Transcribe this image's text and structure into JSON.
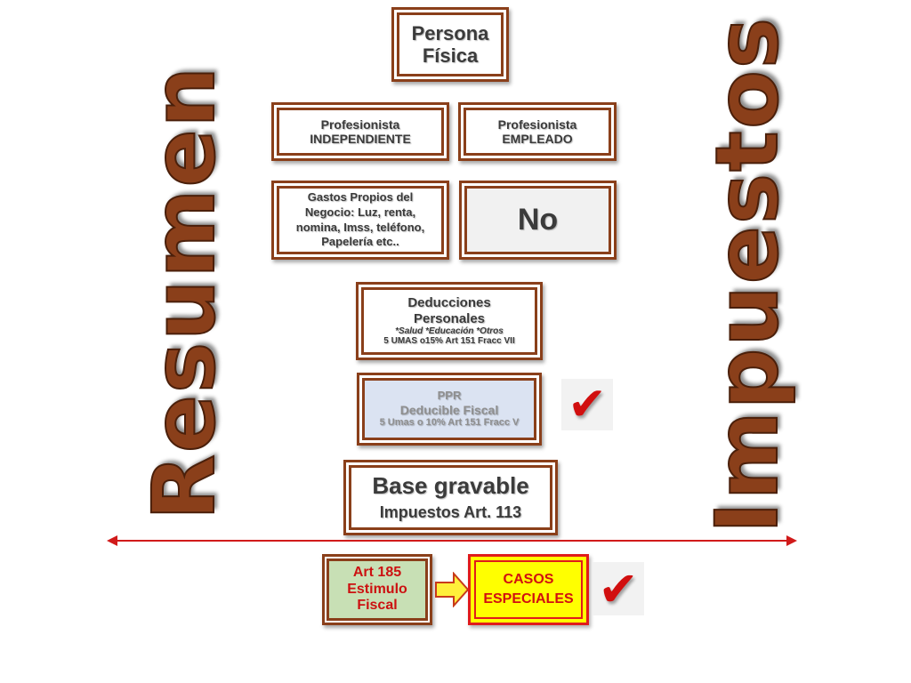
{
  "diagram": {
    "side_left": "Resumen",
    "side_right": "Impuestos",
    "persona": {
      "line1": "Persona",
      "line2": "Física"
    },
    "independiente": {
      "line1": "Profesionista",
      "line2": "INDEPENDIENTE"
    },
    "empleado": {
      "line1": "Profesionista",
      "line2": "EMPLEADO"
    },
    "gastos": {
      "line1": "Gastos  Propios del",
      "line2": "Negocio: Luz, renta,",
      "line3": "nomina, Imss, teléfono,",
      "line4": "Papelería etc.."
    },
    "no": {
      "text": "No"
    },
    "deducciones": {
      "line1": "Deducciones",
      "line2": "Personales",
      "line3": "*Salud *Educación *Otros",
      "line4": "5 UMAS o15% Art 151 Fracc VII"
    },
    "ppr": {
      "line1": "PPR",
      "line2": "Deducible Fiscal",
      "line3": "5 Umas o 10% Art 151 Fracc V"
    },
    "base": {
      "line1": "Base gravable",
      "line2": "Impuestos Art. 113"
    },
    "art185": {
      "line1": "Art 185",
      "line2": "Estimulo",
      "line3": "Fiscal"
    },
    "casos": {
      "line1": "CASOS",
      "line2": "ESPECIALES"
    },
    "checkmark": "✔"
  }
}
